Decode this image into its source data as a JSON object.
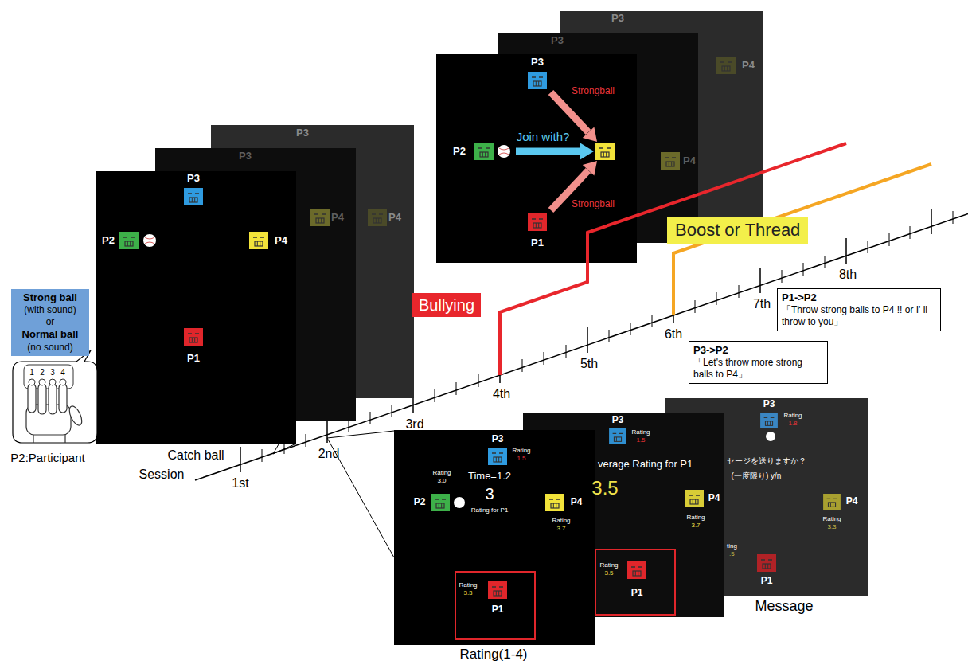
{
  "diagram": {
    "nodes": [
      {
        "text": [
          "Strong ball",
          "(with sound)",
          "or",
          "Normal ball",
          "(no sound)"
        ]
      },
      {
        "text": [
          "Bullying"
        ]
      },
      {
        "text": [
          "Boost or Thread"
        ]
      },
      {
        "text": [
          "P3->P2",
          "「Let's throw more strong balls to P4」"
        ]
      },
      {
        "text": [
          "P1->P2",
          "「Throw strong balls to P4 !! or I' ll throw to you」"
        ]
      }
    ],
    "labels": [
      "Session",
      "1st",
      "2nd",
      "3rd",
      "4th",
      "5th",
      "6th",
      "7th",
      "8th",
      "P3",
      "P2",
      "P4",
      "P1",
      "P3",
      "P4",
      "P3",
      "P4",
      "Catch ball",
      "1",
      "2",
      "3",
      "4",
      "P2:Participant",
      "P3",
      "Strongball",
      "Join with?",
      "P2",
      "Strongball",
      "P1",
      "P3",
      "P4",
      "P3",
      "P4",
      "P3",
      "Rating",
      "1.5",
      "Rating",
      "3.0",
      "Time=1.2",
      "P2",
      "3",
      "Rating for P1",
      "P4",
      "Rating",
      "3.7",
      "Rating",
      "3.3",
      "P1",
      "P3",
      "Rating",
      "1.5",
      "verage Rating for P1",
      "3.5",
      "P4",
      "Rating",
      "3.7",
      "Rating",
      "3.5",
      "P1",
      "P3",
      "Rating",
      "1.8",
      "セージを送りますか？",
      "(一度限り) y/n",
      "P4",
      "Rating",
      "3.3",
      "ting",
      ".5",
      "P1",
      "Message",
      "Rating(1-4)"
    ]
  }
}
